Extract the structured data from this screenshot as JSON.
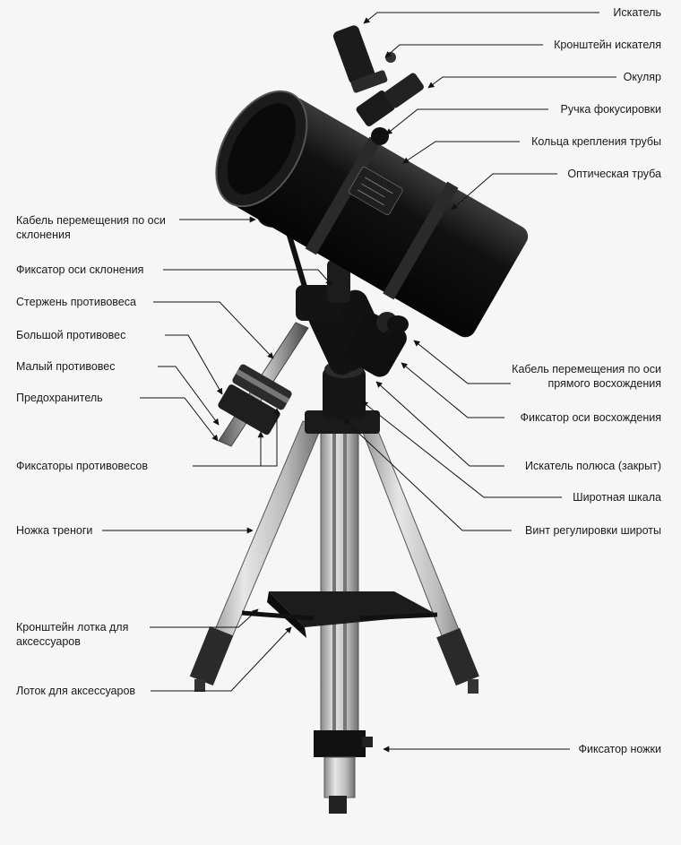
{
  "labels": {
    "finder": "Искатель",
    "finder_bracket": "Кронштейн искателя",
    "eyepiece": "Окуляр",
    "focus_knob": "Ручка фокусировки",
    "tube_rings": "Кольца крепления трубы",
    "optical_tube": "Оптическая труба",
    "dec_cable": "Кабель перемещения по оси склонения",
    "dec_lock": "Фиксатор оси склонения",
    "cw_shaft": "Стержень противовеса",
    "large_cw": "Большой противовес",
    "small_cw": "Малый противовес",
    "safety": "Предохранитель",
    "cw_locks": "Фиксаторы противовесов",
    "tripod_leg": "Ножка треноги",
    "tray_bracket": "Кронштейн лотка для аксессуаров",
    "tray": "Лоток для аксессуаров",
    "ra_cable": "Кабель перемещения по оси прямого восхождения",
    "ra_lock": "Фиксатор оси восхождения",
    "polar_scope": "Искатель полюса (закрыт)",
    "latitude_scale": "Широтная шкала",
    "latitude_screw": "Винт регулировки широты",
    "leg_lock": "Фиксатор ножки"
  }
}
